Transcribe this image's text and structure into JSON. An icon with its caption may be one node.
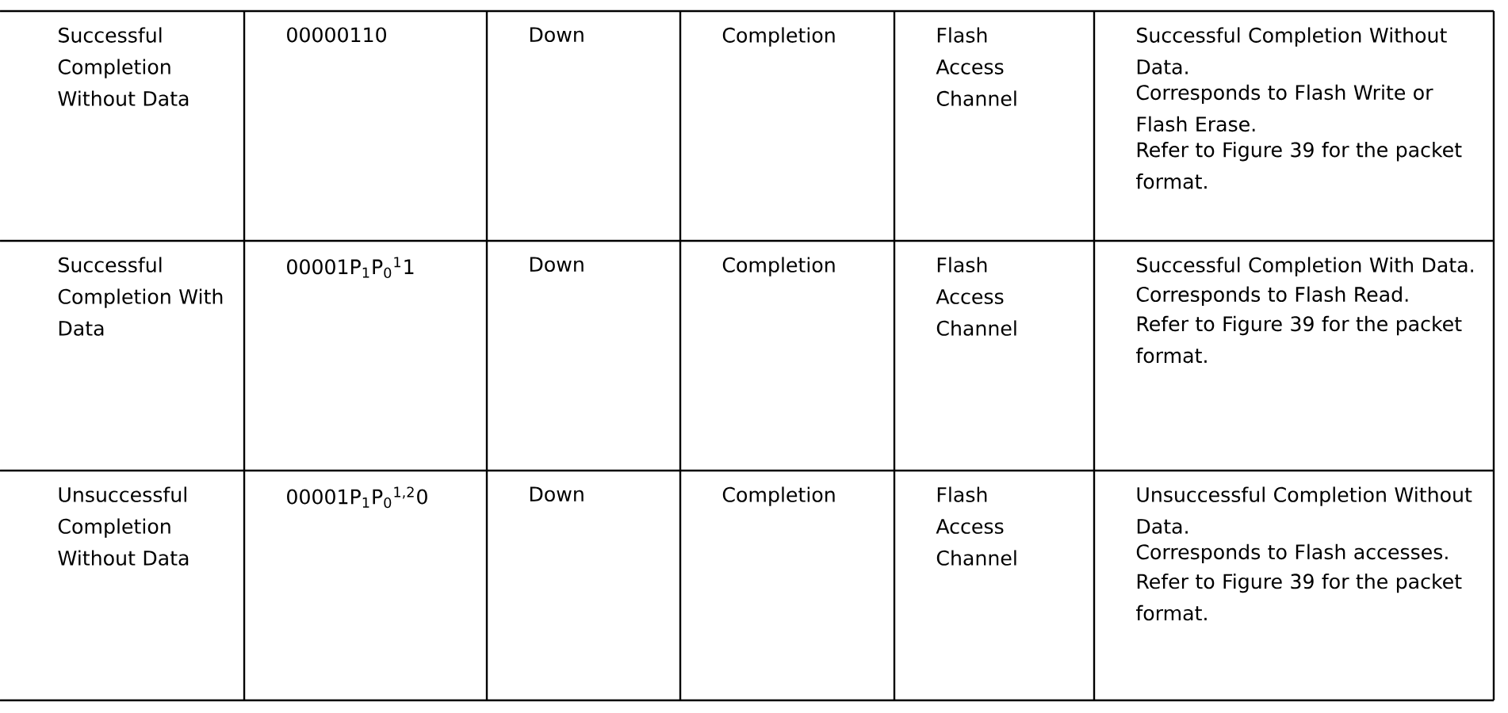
{
  "diagram": {
    "labels": [
      "Successful Completion Without Data",
      "00000110",
      "Down",
      "Completion",
      "Flash Access Channel",
      "Successful Completion Without Data.",
      "Corresponds to Flash Write or Flash Erase.",
      "Refer to Figure 39 for the packet format.",
      "Successful Completion With Data",
      "00001P$_{1}$P$_{0}$$^{1}$1",
      "Down",
      "Completion",
      "Flash Access Channel",
      "Successful Completion With Data.",
      "Corresponds to Flash Read.",
      "Refer to Figure 39 for the packet format.",
      "Unsuccessful Completion Without Data",
      "00001P$_{1}$P$_{0}$$^{1,2}$0",
      "Down",
      "Completion",
      "Flash Access Channel",
      "Unsuccessful Completion Without Data.",
      "Corresponds to Flash accesses.",
      "Refer to Figure 39 for the packet format."
    ]
  }
}
